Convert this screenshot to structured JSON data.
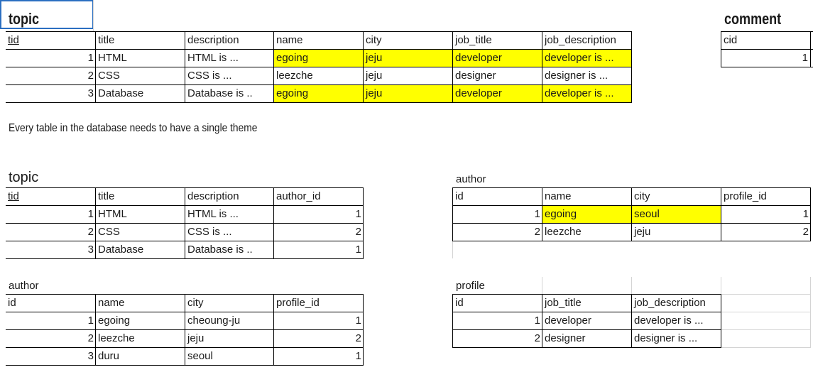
{
  "sheet": {
    "top_topic_title": "topic",
    "comment_title": "comment",
    "note": "Every table in the database needs to have a single theme",
    "topic2_title": "topic",
    "author_right_title": "author",
    "author_left_title": "author",
    "profile_title": "profile",
    "highlight_color": "#ffff00",
    "selection_color": "#2b6fc1"
  },
  "tables": {
    "topic_full": {
      "header": [
        "tid",
        "title",
        "description",
        "name",
        "city",
        "job_title",
        "job_description"
      ],
      "rows": [
        [
          "1",
          "HTML",
          "HTML is ...",
          "egoing",
          "jeju",
          "developer",
          "developer is ..."
        ],
        [
          "2",
          "CSS",
          "CSS is ...",
          "leezche",
          "jeju",
          "designer",
          "designer is ..."
        ],
        [
          "3",
          "Database",
          "Database is ..",
          "egoing",
          "jeju",
          "developer",
          "developer is ..."
        ]
      ]
    },
    "comment": {
      "header": [
        "cid"
      ],
      "rows": [
        [
          "1"
        ]
      ]
    },
    "topic": {
      "header": [
        "tid",
        "title",
        "description",
        "author_id"
      ],
      "rows": [
        [
          "1",
          "HTML",
          "HTML is ...",
          "1"
        ],
        [
          "2",
          "CSS",
          "CSS is ...",
          "2"
        ],
        [
          "3",
          "Database",
          "Database is ..",
          "1"
        ]
      ]
    },
    "author_right": {
      "header": [
        "id",
        "name",
        "city",
        "profile_id"
      ],
      "rows": [
        [
          "1",
          "egoing",
          "seoul",
          "1"
        ],
        [
          "2",
          "leezche",
          "jeju",
          "2"
        ]
      ]
    },
    "author_left": {
      "header": [
        "id",
        "name",
        "city",
        "profile_id"
      ],
      "rows": [
        [
          "1",
          "egoing",
          "cheoung-ju",
          "1"
        ],
        [
          "2",
          "leezche",
          "jeju",
          "2"
        ],
        [
          "3",
          "duru",
          "seoul",
          "1"
        ]
      ]
    },
    "profile": {
      "header": [
        "id",
        "job_title",
        "job_description"
      ],
      "rows": [
        [
          "1",
          "developer",
          "developer is ..."
        ],
        [
          "2",
          "designer",
          "designer is ..."
        ]
      ]
    }
  }
}
